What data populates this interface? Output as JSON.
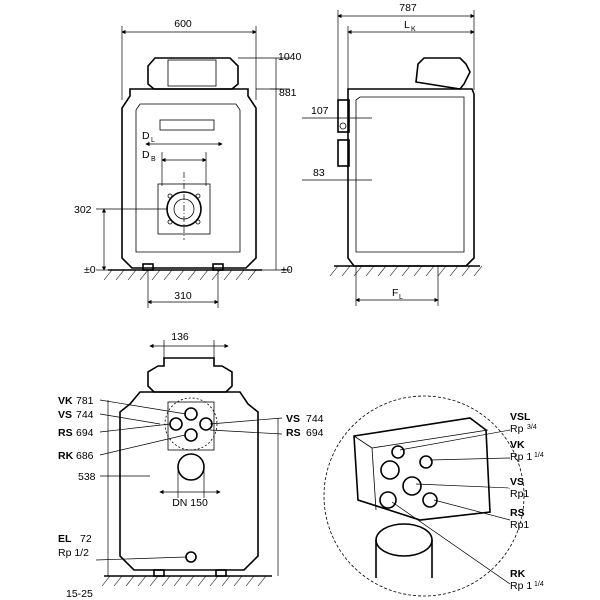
{
  "front_view": {
    "width": "600",
    "height_total": "1040",
    "height_casing": "881",
    "d_l": "D",
    "d_l_sub": "L",
    "d_b": "D",
    "d_b_sub": "B",
    "flue_height": "302",
    "zero_left": "±0",
    "zero_right": "±0",
    "feet_spacing": "310"
  },
  "side_view": {
    "depth": "787",
    "l_k": "L",
    "l_k_sub": "K",
    "upper_port": "107",
    "lower_port": "83",
    "f_l": "F",
    "f_l_sub": "L"
  },
  "rear_view": {
    "top_width": "136",
    "vk_code": "VK",
    "vk_value": "781",
    "vs_left_code": "VS",
    "vs_left_value": "744",
    "rs_left_code": "RS",
    "rs_left_value": "694",
    "rk_code": "RK",
    "rk_value": "686",
    "flue_center": "538",
    "dn": "DN 150",
    "vs_right_code": "VS",
    "vs_right_value": "744",
    "rs_right_code": "RS",
    "rs_right_value": "694",
    "el_code": "EL",
    "el_value": "72",
    "el_thread": "Rp 1/2",
    "feet_adjust": "15-25"
  },
  "detail": {
    "vsl_code": "VSL",
    "vsl_thread": "Rp ",
    "vsl_frac": "3/4",
    "vk_code": "VK",
    "vk_thread": "Rp 1",
    "vk_frac": "1/4",
    "vs_code": "VS",
    "vs_thread": "Rp1",
    "rs_code": "RS",
    "rs_thread": "Rp1",
    "rk_code": "RK",
    "rk_thread": "Rp 1",
    "rk_frac": "1/4"
  }
}
